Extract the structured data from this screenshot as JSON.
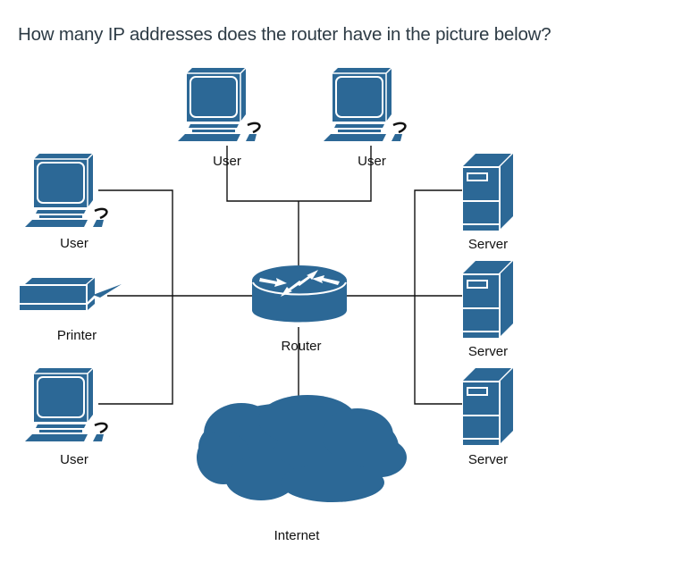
{
  "question": "How many IP addresses does the router have in the picture below?",
  "colors": {
    "device": "#2c6896",
    "wire": "#111111",
    "text": "#2d3b45"
  },
  "nodes": {
    "user_top_left": {
      "label": "User",
      "icon": "desktop-computer-icon"
    },
    "user_top_right": {
      "label": "User",
      "icon": "desktop-computer-icon"
    },
    "user_left_top": {
      "label": "User",
      "icon": "desktop-computer-icon"
    },
    "printer": {
      "label": "Printer",
      "icon": "printer-icon"
    },
    "user_left_bottom": {
      "label": "User",
      "icon": "desktop-computer-icon"
    },
    "router": {
      "label": "Router",
      "icon": "router-icon"
    },
    "internet": {
      "label": "Internet",
      "icon": "cloud-icon"
    },
    "server_1": {
      "label": "Server",
      "icon": "server-icon"
    },
    "server_2": {
      "label": "Server",
      "icon": "server-icon"
    },
    "server_3": {
      "label": "Server",
      "icon": "server-icon"
    }
  }
}
